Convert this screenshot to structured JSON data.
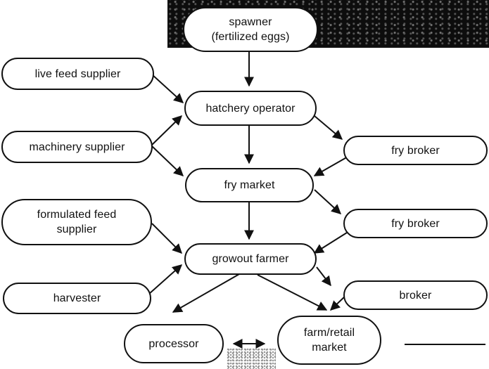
{
  "nodes": {
    "spawner": "spawner\n(fertilized eggs)",
    "live_feed_supplier": "live feed supplier",
    "hatchery_operator": "hatchery operator",
    "machinery_supplier": "machinery supplier",
    "fry_broker_1": "fry broker",
    "fry_market": "fry market",
    "formulated_feed_supplier": "formulated feed\nsupplier",
    "fry_broker_2": "fry broker",
    "growout_farmer": "growout farmer",
    "harvester": "harvester",
    "broker": "broker",
    "processor": "processor",
    "farm_retail_market": "farm/retail\nmarket"
  },
  "colors": {
    "ink": "#111111",
    "background": "#ffffff"
  }
}
